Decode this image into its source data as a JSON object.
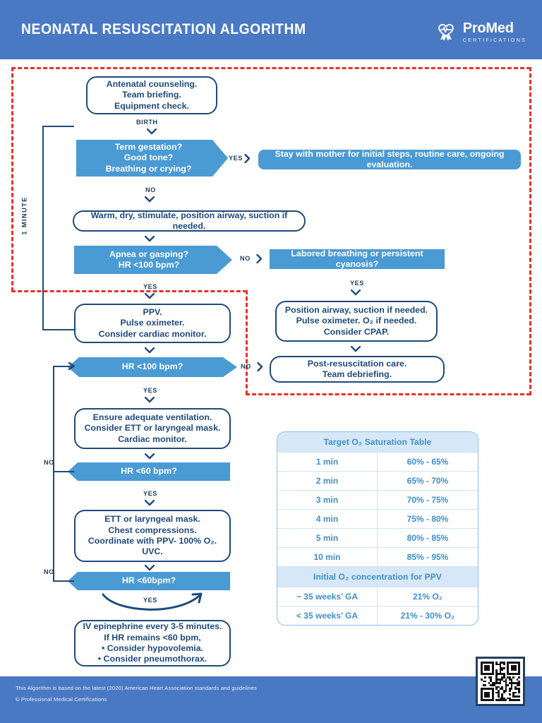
{
  "header": {
    "title": "NEONATAL RESUSCITATION ALGORITHM",
    "logo_name": "ProMed",
    "logo_sub": "CERTIFICATIONS",
    "logo_icon": "heart-ekg-ribbon-icon"
  },
  "timer_label": "1 MINUTE",
  "nodes": {
    "antenatal": "Antenatal counseling.\nTeam briefing.\nEquipment check.",
    "term_gestation": "Term gestation?\nGood tone?\nBreathing or crying?",
    "stay_with_mother": "Stay with mother for initial steps, routine care, ongoing evaluation.",
    "warm_dry": "Warm, dry, stimulate, position airway, suction if needed.",
    "apnea": "Apnea or gasping?\nHR <100 bpm?",
    "labored": "Labored breathing or persistent cyanosis?",
    "ppv": "PPV.\nPulse oximeter.\nConsider cardiac monitor.",
    "position_airway": "Position airway, suction if needed.\nPulse oximeter. O₂ if needed.\nConsider CPAP.",
    "hr100": "HR <100 bpm?",
    "post_resus": "Post-resuscitation care.\nTeam debriefing.",
    "ensure_vent": "Ensure adequate ventilation.\nConsider ETT or laryngeal mask.\nCardiac monitor.",
    "hr60_a": "HR <60 bpm?",
    "ett": "ETT or laryngeal mask.\nChest compressions.\nCoordinate with PPV- 100% O₂.\nUVC.",
    "hr60_b": "HR <60bpm?",
    "epi": "IV epinephrine every 3-5 minutes.\nIf HR remains <60 bpm,\n• Consider hypovolemia.\n• Consider pneumothorax."
  },
  "connectors": {
    "birth": "BIRTH",
    "yes": "YES",
    "no": "NO"
  },
  "table": {
    "title": "Target O₂ Saturation Table",
    "rows": [
      {
        "time": "1 min",
        "sat": "60% - 65%"
      },
      {
        "time": "2 min",
        "sat": "65% - 70%"
      },
      {
        "time": "3 min",
        "sat": "70% - 75%"
      },
      {
        "time": "4 min",
        "sat": "75% - 80%"
      },
      {
        "time": "5 min",
        "sat": "80% - 85%"
      },
      {
        "time": "10 min",
        "sat": "85% - 95%"
      }
    ],
    "subtitle": "Initial O₂ concentration for PPV",
    "ppv_rows": [
      {
        "ga": "~ 35 weeks’ GA",
        "conc": "21% O₂"
      },
      {
        "ga": "< 35 weeks’ GA",
        "conc": "21% - 30% O₂"
      }
    ]
  },
  "footer": {
    "line1": "This Algorithm is based on the latest (2020) American Heart Association standards and guidelines",
    "line2": "© Professional Medical Certifications",
    "qr_label": "qr-code"
  },
  "colors": {
    "header_blue": "#4a79c4",
    "node_blue": "#4a9ad4",
    "outline_navy": "#1f4a7a",
    "dash_red": "#e8312a",
    "table_blue": "#3f8fcc"
  }
}
